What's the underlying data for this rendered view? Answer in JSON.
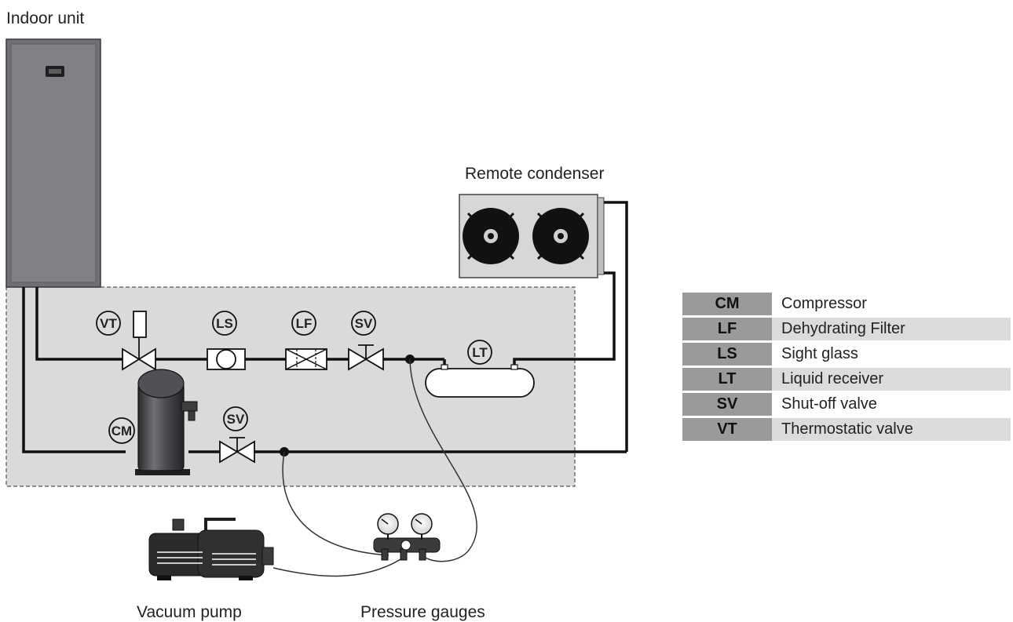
{
  "labels": {
    "indoor_unit": "Indoor unit",
    "remote_condenser": "Remote condenser",
    "vacuum_pump": "Vacuum pump",
    "pressure_gauges": "Pressure gauges"
  },
  "tags": {
    "vt": "VT",
    "ls": "LS",
    "lf": "LF",
    "sv_liquid": "SV",
    "lt": "LT",
    "cm": "CM",
    "sv_gas": "SV"
  },
  "legend": [
    {
      "code": "CM",
      "description": "Compressor"
    },
    {
      "code": "LF",
      "description": "Dehydrating Filter"
    },
    {
      "code": "LS",
      "description": "Sight glass"
    },
    {
      "code": "LT",
      "description": "Liquid receiver"
    },
    {
      "code": "SV",
      "description": "Shut-off valve"
    },
    {
      "code": "VT",
      "description": "Thermostatic valve"
    }
  ],
  "colors": {
    "unit_gray": "#7d7f82",
    "zone_gray": "#d9dadb",
    "legend_code_bg": "#9a9a9a",
    "legend_alt_bg": "#dcdcdc",
    "pipe": "#111111"
  }
}
